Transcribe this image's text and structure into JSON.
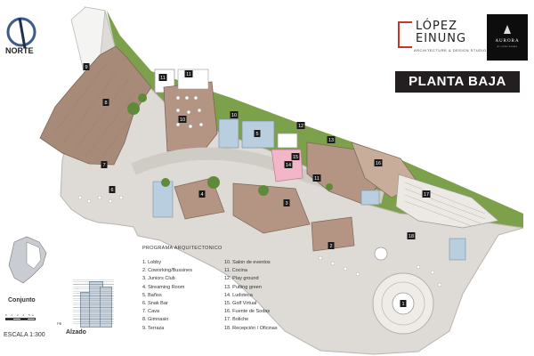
{
  "north": {
    "label": "NORTE"
  },
  "brand": {
    "line1": "LÓPEZ",
    "line2": "EINUNG",
    "subtitle": "ARCHITECTURE & DESIGN STUDIO"
  },
  "aurora": {
    "name": "AURORA",
    "subtitle": "BY LÓPEZ EINUNG"
  },
  "banner": {
    "title": "PLANTA BAJA"
  },
  "program": {
    "title": "PROGRAMA ARQUITECTONICO",
    "items": [
      "1. Lobby",
      "2. Coworking/Bussines",
      "3. Juniors Club",
      "4. Streaming Room",
      "5. Baños",
      "6. Snak Bar",
      "7. Cava",
      "8. Gimnasio",
      "9. Terraza",
      "10. Salon de eventos",
      "11. Cocina",
      "12. Play ground",
      "13. Putting green",
      "14. Ludoteca",
      "15. Golf Virtual",
      "16. Fuente de Sodas",
      "17. Boliche",
      "18. Recepción / Oficinas"
    ]
  },
  "site": {
    "conjunto_label": "Conjunto",
    "alzado_label": "Alzado",
    "pb_label": "PB"
  },
  "scale": {
    "label": "ESCALA 1:300",
    "ticks": "0 1 2 4 6m"
  },
  "room_labels": [
    {
      "id": "9",
      "text": "9"
    },
    {
      "id": "8",
      "text": "8"
    },
    {
      "id": "7",
      "text": "7"
    },
    {
      "id": "6",
      "text": "6"
    },
    {
      "id": "11a",
      "text": "11"
    },
    {
      "id": "10a",
      "text": "10"
    },
    {
      "id": "11b",
      "text": "11"
    },
    {
      "id": "10b",
      "text": "10"
    },
    {
      "id": "5",
      "text": "5"
    },
    {
      "id": "12",
      "text": "12"
    },
    {
      "id": "13",
      "text": "13"
    },
    {
      "id": "14",
      "text": "14"
    },
    {
      "id": "15",
      "text": "15"
    },
    {
      "id": "16",
      "text": "16"
    },
    {
      "id": "11c",
      "text": "11"
    },
    {
      "id": "17",
      "text": "17"
    },
    {
      "id": "18",
      "text": "18"
    },
    {
      "id": "4",
      "text": "4"
    },
    {
      "id": "3",
      "text": "3"
    },
    {
      "id": "2",
      "text": "2"
    },
    {
      "id": "1",
      "text": "1"
    }
  ],
  "colors": {
    "grass": "#7da14b",
    "wood": "#a88a78",
    "paving": "#dedbd6",
    "blue": "#b9cfdf",
    "pink": "#f2b6c8",
    "banner": "#231f20"
  }
}
